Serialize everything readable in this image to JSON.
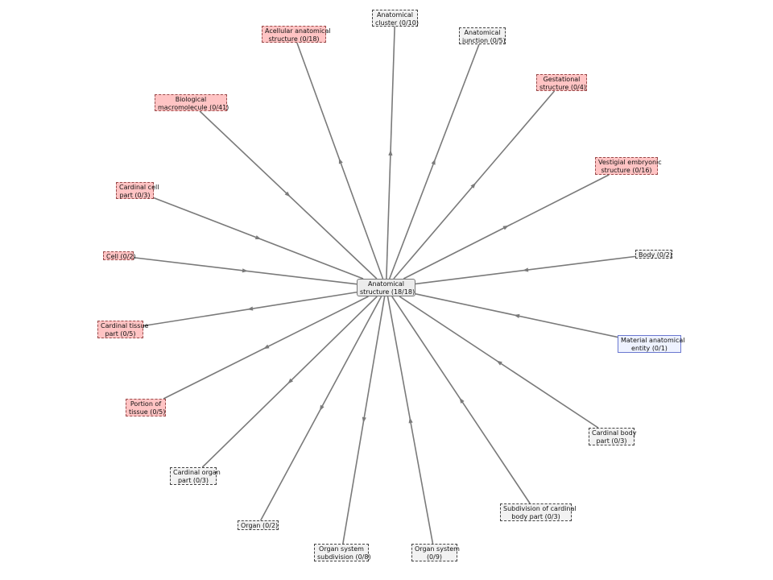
{
  "center": {
    "line1": "Anatomical",
    "line2": "structure (18/18)"
  },
  "nodes": [
    {
      "id": "acellular",
      "line1": "Acellular anatomical",
      "line2": "structure (0/18)",
      "style": "hl"
    },
    {
      "id": "cluster",
      "line1": "Anatomical",
      "line2": "cluster (0/10)",
      "style": "plain"
    },
    {
      "id": "junction",
      "line1": "Anatomical",
      "line2": "junction (0/5)",
      "style": "plain"
    },
    {
      "id": "gestational",
      "line1": "Gestational",
      "line2": "structure (0/4)",
      "style": "hl"
    },
    {
      "id": "biomacro",
      "line1": "Biological",
      "line2": "macromolecule (0/41)",
      "style": "hl"
    },
    {
      "id": "vestigial",
      "line1": "Vestigial embryonic",
      "line2": "structure (0/16)",
      "style": "hl"
    },
    {
      "id": "cardcell",
      "line1": "Cardinal cell",
      "line2": "part (0/3)",
      "style": "hl"
    },
    {
      "id": "cell",
      "line1": "Cell (0/2)",
      "line2": "",
      "style": "hl"
    },
    {
      "id": "body",
      "line1": "Body (0/2)",
      "line2": "",
      "style": "plain"
    },
    {
      "id": "cardtissue",
      "line1": "Cardinal tissue",
      "line2": "part (0/5)",
      "style": "hl"
    },
    {
      "id": "material",
      "line1": "Material anatomical",
      "line2": "entity (0/1)",
      "style": "sel"
    },
    {
      "id": "portion",
      "line1": "Portion of",
      "line2": "tissue (0/5)",
      "style": "hl"
    },
    {
      "id": "cardbody",
      "line1": "Cardinal body",
      "line2": "part (0/3)",
      "style": "plain"
    },
    {
      "id": "cardorgan",
      "line1": "Cardinal organ",
      "line2": "part (0/3)",
      "style": "plain"
    },
    {
      "id": "subdivision",
      "line1": "Subdivision of cardinal",
      "line2": "body part (0/3)",
      "style": "plain"
    },
    {
      "id": "organ",
      "line1": "Organ (0/2)",
      "line2": "",
      "style": "plain"
    },
    {
      "id": "orgsyssub",
      "line1": "Organ system",
      "line2": "subdivision (0/8)",
      "style": "plain"
    },
    {
      "id": "orgsys",
      "line1": "Organ system",
      "line2": "(0/9)",
      "style": "plain"
    }
  ],
  "edges": [
    {
      "node": "acellular",
      "toward": "node"
    },
    {
      "node": "cluster",
      "toward": "node"
    },
    {
      "node": "junction",
      "toward": "node"
    },
    {
      "node": "gestational",
      "toward": "node"
    },
    {
      "node": "biomacro",
      "toward": "center"
    },
    {
      "node": "vestigial",
      "toward": "node"
    },
    {
      "node": "cardcell",
      "toward": "center"
    },
    {
      "node": "cell",
      "toward": "center"
    },
    {
      "node": "body",
      "toward": "center"
    },
    {
      "node": "cardtissue",
      "toward": "node"
    },
    {
      "node": "material",
      "toward": "center"
    },
    {
      "node": "portion",
      "toward": "node"
    },
    {
      "node": "cardbody",
      "toward": "center"
    },
    {
      "node": "cardorgan",
      "toward": "node"
    },
    {
      "node": "subdivision",
      "toward": "center"
    },
    {
      "node": "organ",
      "toward": "node"
    },
    {
      "node": "orgsyssub",
      "toward": "node"
    },
    {
      "node": "orgsys",
      "toward": "center"
    }
  ],
  "colors": {
    "edge": "#7a7a7a",
    "highlight_fill": "#ffc4c4",
    "selected_border": "#6a78d0"
  }
}
